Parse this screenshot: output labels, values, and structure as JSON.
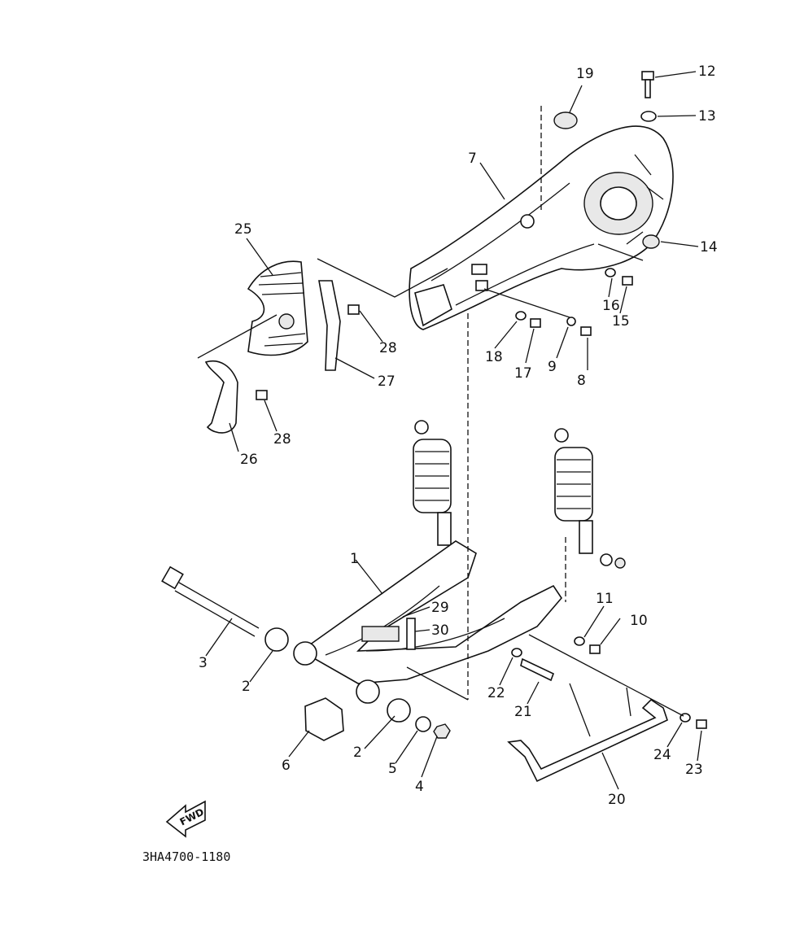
{
  "diagram": {
    "drawing_code": "3HA4700-1180",
    "fwd_label": "FWD",
    "callouts": [
      {
        "id": "c1",
        "text": "1"
      },
      {
        "id": "c2a",
        "text": "2"
      },
      {
        "id": "c2b",
        "text": "2"
      },
      {
        "id": "c3",
        "text": "3"
      },
      {
        "id": "c4",
        "text": "4"
      },
      {
        "id": "c5",
        "text": "5"
      },
      {
        "id": "c6",
        "text": "6"
      },
      {
        "id": "c7",
        "text": "7"
      },
      {
        "id": "c8",
        "text": "8"
      },
      {
        "id": "c9",
        "text": "9"
      },
      {
        "id": "c10",
        "text": "10"
      },
      {
        "id": "c11",
        "text": "11"
      },
      {
        "id": "c12",
        "text": "12"
      },
      {
        "id": "c13",
        "text": "13"
      },
      {
        "id": "c14",
        "text": "14"
      },
      {
        "id": "c15",
        "text": "15"
      },
      {
        "id": "c16",
        "text": "16"
      },
      {
        "id": "c17",
        "text": "17"
      },
      {
        "id": "c18",
        "text": "18"
      },
      {
        "id": "c19",
        "text": "19"
      },
      {
        "id": "c20",
        "text": "20"
      },
      {
        "id": "c21",
        "text": "21"
      },
      {
        "id": "c22",
        "text": "22"
      },
      {
        "id": "c23",
        "text": "23"
      },
      {
        "id": "c24",
        "text": "24"
      },
      {
        "id": "c25",
        "text": "25"
      },
      {
        "id": "c26",
        "text": "26"
      },
      {
        "id": "c27",
        "text": "27"
      },
      {
        "id": "c28a",
        "text": "28"
      },
      {
        "id": "c28b",
        "text": "28"
      },
      {
        "id": "c29",
        "text": "29"
      },
      {
        "id": "c30",
        "text": "30"
      }
    ]
  }
}
